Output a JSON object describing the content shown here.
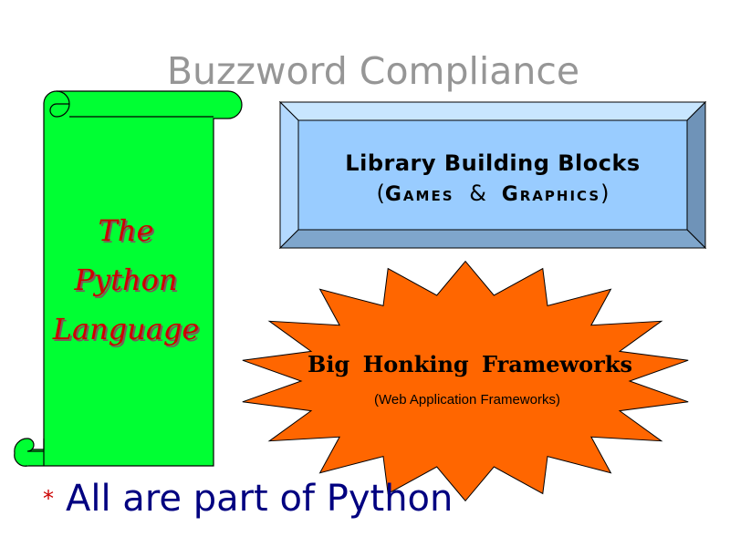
{
  "slide": {
    "title": "Buzzword Compliance",
    "scroll": {
      "line1": "The",
      "line2": "Python",
      "line3": "Language",
      "fill_color": "#00ff33",
      "text_color": "#cc0000"
    },
    "bevel_box": {
      "title": "Library Building Blocks",
      "open_paren": "(",
      "word1": "Games",
      "ampersand": "&",
      "word2": "Graphics",
      "close_paren": ")",
      "fill_color": "#99ccff"
    },
    "burst": {
      "title": "Big Honking Frameworks",
      "subtitle": "(Web Application Frameworks)",
      "fill_color": "#ff6600"
    },
    "bullet": {
      "marker": "*",
      "text": "All are part of Python",
      "text_color": "#000080",
      "marker_color": "#cc0000"
    }
  }
}
